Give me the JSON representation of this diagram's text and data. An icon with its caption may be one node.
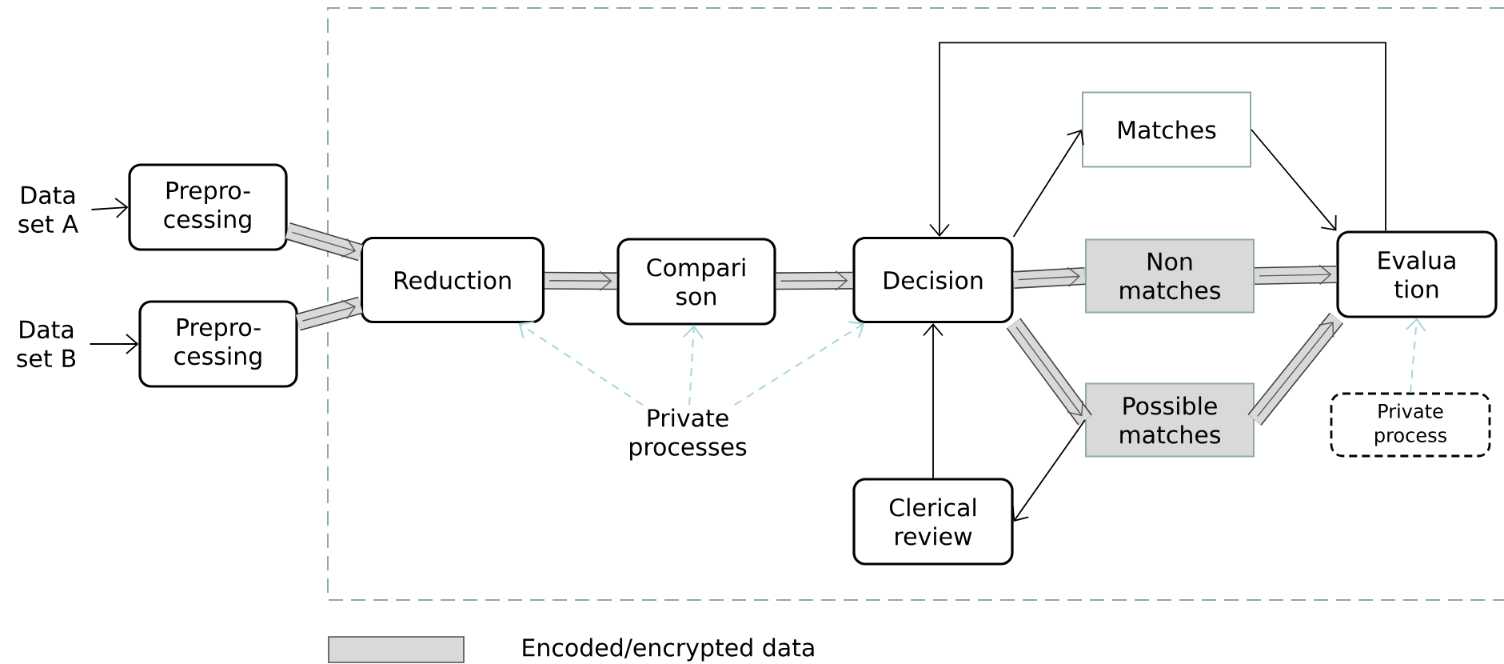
{
  "diagram": {
    "nodes": [
      {
        "text": [
          "Data set A"
        ]
      },
      {
        "text": [
          "Prepro- cessing"
        ]
      },
      {
        "text": [
          "Data set B"
        ]
      },
      {
        "text": [
          "Prepro- cessing"
        ]
      },
      {
        "text": [
          "Reduction"
        ]
      },
      {
        "text": [
          "Compari son"
        ]
      },
      {
        "text": [
          "Decision"
        ]
      },
      {
        "text": [
          "Matches"
        ]
      },
      {
        "text": [
          "Non matches"
        ]
      },
      {
        "text": [
          "Possible matches"
        ]
      },
      {
        "text": [
          "Evalua tion"
        ]
      },
      {
        "text": [
          "Private processes"
        ]
      },
      {
        "text": [
          "Clerical review"
        ]
      },
      {
        "text": [
          "Private process"
        ]
      }
    ],
    "edges": [
      {
        "from": 0,
        "to": 1,
        "arrow": "to"
      },
      {
        "from": 2,
        "to": 3,
        "arrow": "to"
      },
      {
        "from": 1,
        "to": 4,
        "arrow": "to",
        "style": "thick"
      },
      {
        "from": 3,
        "to": 4,
        "arrow": "to",
        "style": "thick"
      },
      {
        "from": 4,
        "to": 5,
        "arrow": "to",
        "style": "thick"
      },
      {
        "from": 5,
        "to": 6,
        "arrow": "to",
        "style": "thick"
      },
      {
        "from": 6,
        "to": 7,
        "arrow": "to"
      },
      {
        "from": 6,
        "to": 8,
        "arrow": "to",
        "style": "thick"
      },
      {
        "from": 6,
        "to": 9,
        "arrow": "to",
        "style": "thick"
      },
      {
        "from": 7,
        "to": 10,
        "arrow": "to"
      },
      {
        "from": 8,
        "to": 10,
        "arrow": "to",
        "style": "thick"
      },
      {
        "from": 9,
        "to": 10,
        "arrow": "to",
        "style": "thick"
      },
      {
        "from": 10,
        "to": 6,
        "arrow": "to"
      },
      {
        "from": 12,
        "to": 6,
        "arrow": "to"
      },
      {
        "from": 9,
        "to": 12,
        "arrow": "to"
      },
      {
        "from": 11,
        "to": 4,
        "arrow": "to",
        "style": "dashed",
        "color": "#a6d6da"
      },
      {
        "from": 11,
        "to": 5,
        "arrow": "to",
        "style": "dashed",
        "color": "#a6d6da"
      },
      {
        "from": 11,
        "to": 6,
        "arrow": "to",
        "style": "dashed",
        "color": "#a6d6da"
      },
      {
        "from": 13,
        "to": 10,
        "arrow": "to",
        "style": "dashed",
        "color": "#a6d6da"
      }
    ],
    "legend": [
      {
        "text": "Encoded/encrypted data",
        "color": "#d9d9d9"
      }
    ]
  }
}
